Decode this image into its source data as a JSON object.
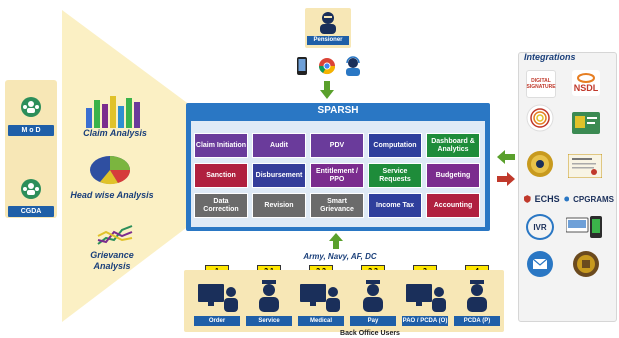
{
  "pensioner": {
    "label": "Pensioner"
  },
  "left_entities": [
    {
      "label": "M o D"
    },
    {
      "label": "CGDA"
    }
  ],
  "analysis": [
    {
      "label": "Claim Analysis",
      "icon": "bar-chart-icon"
    },
    {
      "label": "Head wise Analysis",
      "icon": "pie-chart-icon"
    },
    {
      "label": "Grievance\nAnalysis",
      "icon": "line-chart-icon"
    }
  ],
  "sparsh": {
    "title": "SPARSH",
    "cells": [
      [
        "Claim Initiation",
        "Audit",
        "PDV",
        "Computation",
        "Dashboard & Analytics"
      ],
      [
        "Sanction",
        "Disbursement",
        "Entitlement / PPO",
        "Service Requests",
        "Budgeting"
      ],
      [
        "Data Correction",
        "Revision",
        "Smart Grievance",
        "Income Tax",
        "Accounting"
      ]
    ]
  },
  "back_office": {
    "header": "Army, Navy, AF, DC",
    "footer": "Back Office Users",
    "tags": [
      "1",
      "2.1",
      "2.2",
      "2.3",
      "3",
      "4"
    ],
    "labels": [
      "Order",
      "Service",
      "Medical",
      "Pay",
      "PAO / PCDA (O)",
      "PCDA (P)"
    ]
  },
  "integrations": {
    "title": "Integrations",
    "logos": [
      {
        "text": "DIGITAL SIGNATURE",
        "icon": "digital-signature-logo"
      },
      {
        "text": "NSDL",
        "icon": "nsdl-logo"
      },
      {
        "text": "",
        "icon": "aadhaar-fingerprint-logo"
      },
      {
        "text": "",
        "icon": "aadhaar-card-logo"
      },
      {
        "text": "",
        "icon": "gold-seal-logo"
      },
      {
        "text": "",
        "icon": "certificate-logo"
      },
      {
        "text": "ECHS",
        "icon": "echs-logo"
      },
      {
        "text": "CPGRAMS",
        "icon": "cpgrams-logo"
      },
      {
        "text": "IVR",
        "icon": "ivr-logo"
      },
      {
        "text": "",
        "icon": "mobile-payment-logo"
      },
      {
        "text": "",
        "icon": "email-logo"
      },
      {
        "text": "",
        "icon": "rbi-logo"
      }
    ]
  }
}
